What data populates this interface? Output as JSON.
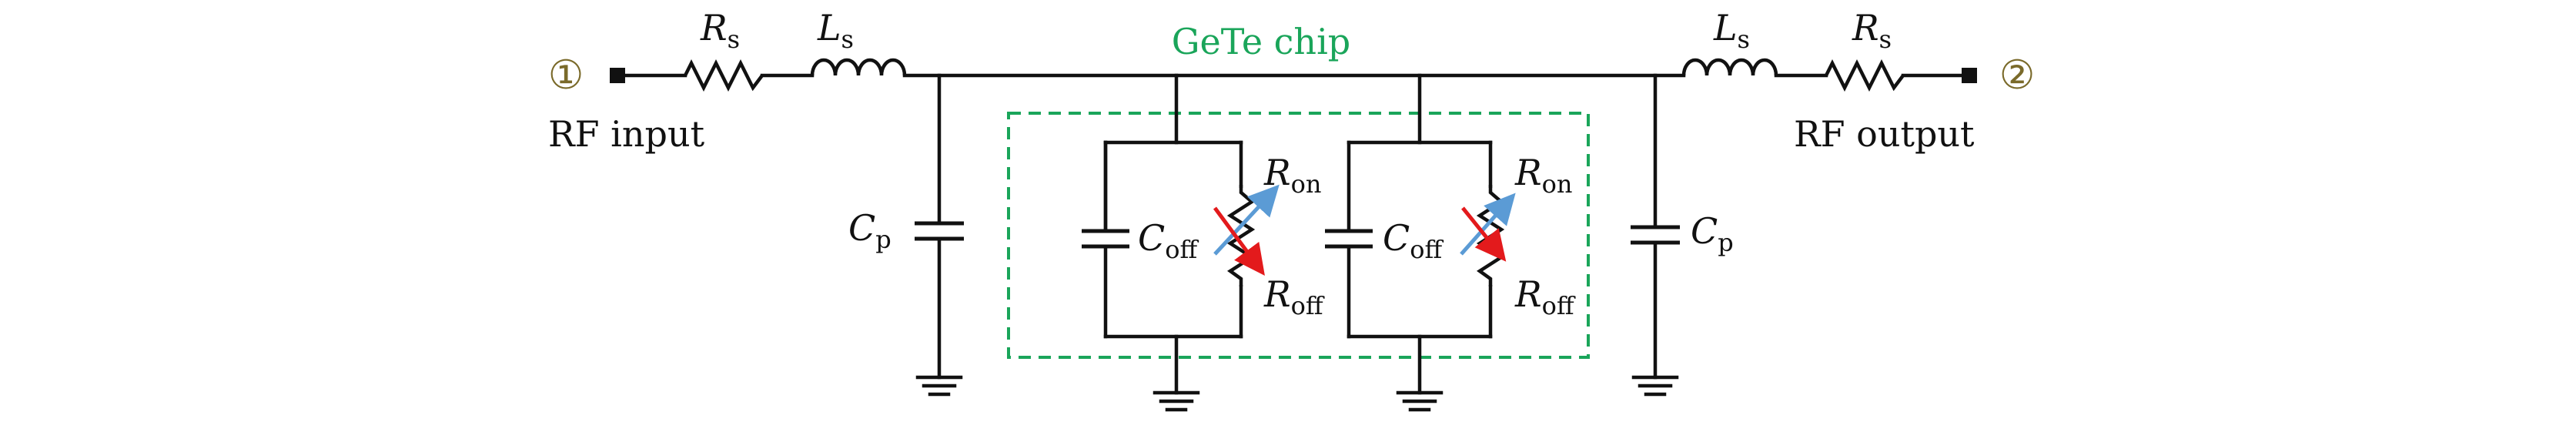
{
  "diagram": {
    "chip_label": "GeTe chip",
    "chip_color": "#1aa55a",
    "input_port": {
      "marker": "①",
      "label": "RF input"
    },
    "output_port": {
      "marker": "②",
      "label": "RF output"
    },
    "port_marker_color": "#7a6a2a",
    "series_resistor": {
      "symbol": "R",
      "subscript": "s"
    },
    "series_inductor": {
      "symbol": "L",
      "subscript": "s"
    },
    "pad_capacitor": {
      "symbol": "C",
      "subscript": "p"
    },
    "off_capacitor": {
      "symbol": "C",
      "subscript": "off"
    },
    "on_resistance": {
      "symbol": "R",
      "subscript": "on",
      "color": "#5b9bd5"
    },
    "off_resistance": {
      "symbol": "R",
      "subscript": "off",
      "color": "#e31a1c"
    },
    "icons": [
      "ground-icon",
      "resistor-icon",
      "inductor-icon",
      "capacitor-icon",
      "variable-resistor-icon"
    ]
  }
}
